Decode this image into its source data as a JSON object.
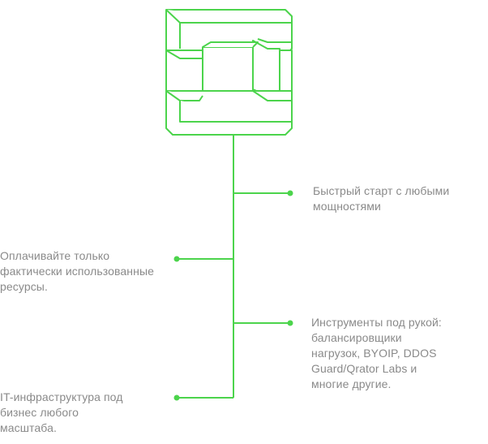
{
  "colors": {
    "accent": "#4cd44c",
    "text": "#8a8a8a",
    "background": "#ffffff"
  },
  "logo": {
    "icon": "cube-stack-logo-icon"
  },
  "features": [
    {
      "side": "right",
      "lines": [
        "Быстрый старт с любыми",
        "мощностями"
      ]
    },
    {
      "side": "left",
      "lines": [
        "Оплачивайте только",
        "фактически использованные",
        "ресурсы."
      ]
    },
    {
      "side": "right",
      "lines": [
        "Инструменты под рукой:",
        "балансировщики",
        "нагрузок, BYOIP, DDOS",
        "Guard/Qrator Labs и",
        "многие другие."
      ]
    },
    {
      "side": "left",
      "lines": [
        "IT-инфраструктура под",
        "бизнес любого",
        "масштаба."
      ]
    }
  ]
}
